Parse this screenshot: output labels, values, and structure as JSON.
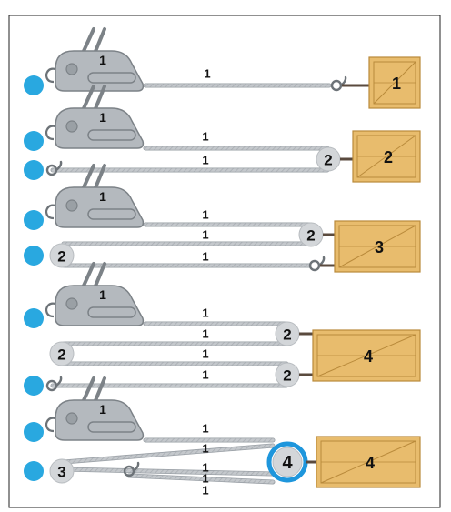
{
  "colors": {
    "anchor": "#29a8e0",
    "rope": "#c4c8cc",
    "rope_edge": "#9aa0a6",
    "winch_body": "#b4b9be",
    "winch_dark": "#7c8287",
    "pulley": "#d3d6d9",
    "crate": "#e8bc6d",
    "crate_line": "#b98a3b",
    "rod": "#5a4a3e",
    "highlight_ring": "#1e96dc"
  },
  "rows": [
    {
      "name": "row-1",
      "winch_label": "1",
      "rope_labels": [
        "1"
      ],
      "crate_label": "1"
    },
    {
      "name": "row-2",
      "winch_label": "1",
      "rope_labels": [
        "1",
        "1"
      ],
      "pulley_labels": [
        "2"
      ],
      "crate_label": "2"
    },
    {
      "name": "row-3",
      "winch_label": "1",
      "rope_labels": [
        "1",
        "1",
        "1"
      ],
      "pulley_labels": [
        "2",
        "2"
      ],
      "crate_label": "3"
    },
    {
      "name": "row-4",
      "winch_label": "1",
      "rope_labels": [
        "1",
        "1",
        "1",
        "1"
      ],
      "pulley_labels": [
        "2",
        "2",
        "2"
      ],
      "crate_label": "4"
    },
    {
      "name": "row-5",
      "winch_label": "1",
      "rope_labels": [
        "1",
        "1",
        "1",
        "1",
        "1"
      ],
      "pulley_labels": [
        "3",
        "4"
      ],
      "crate_label": "4"
    }
  ]
}
